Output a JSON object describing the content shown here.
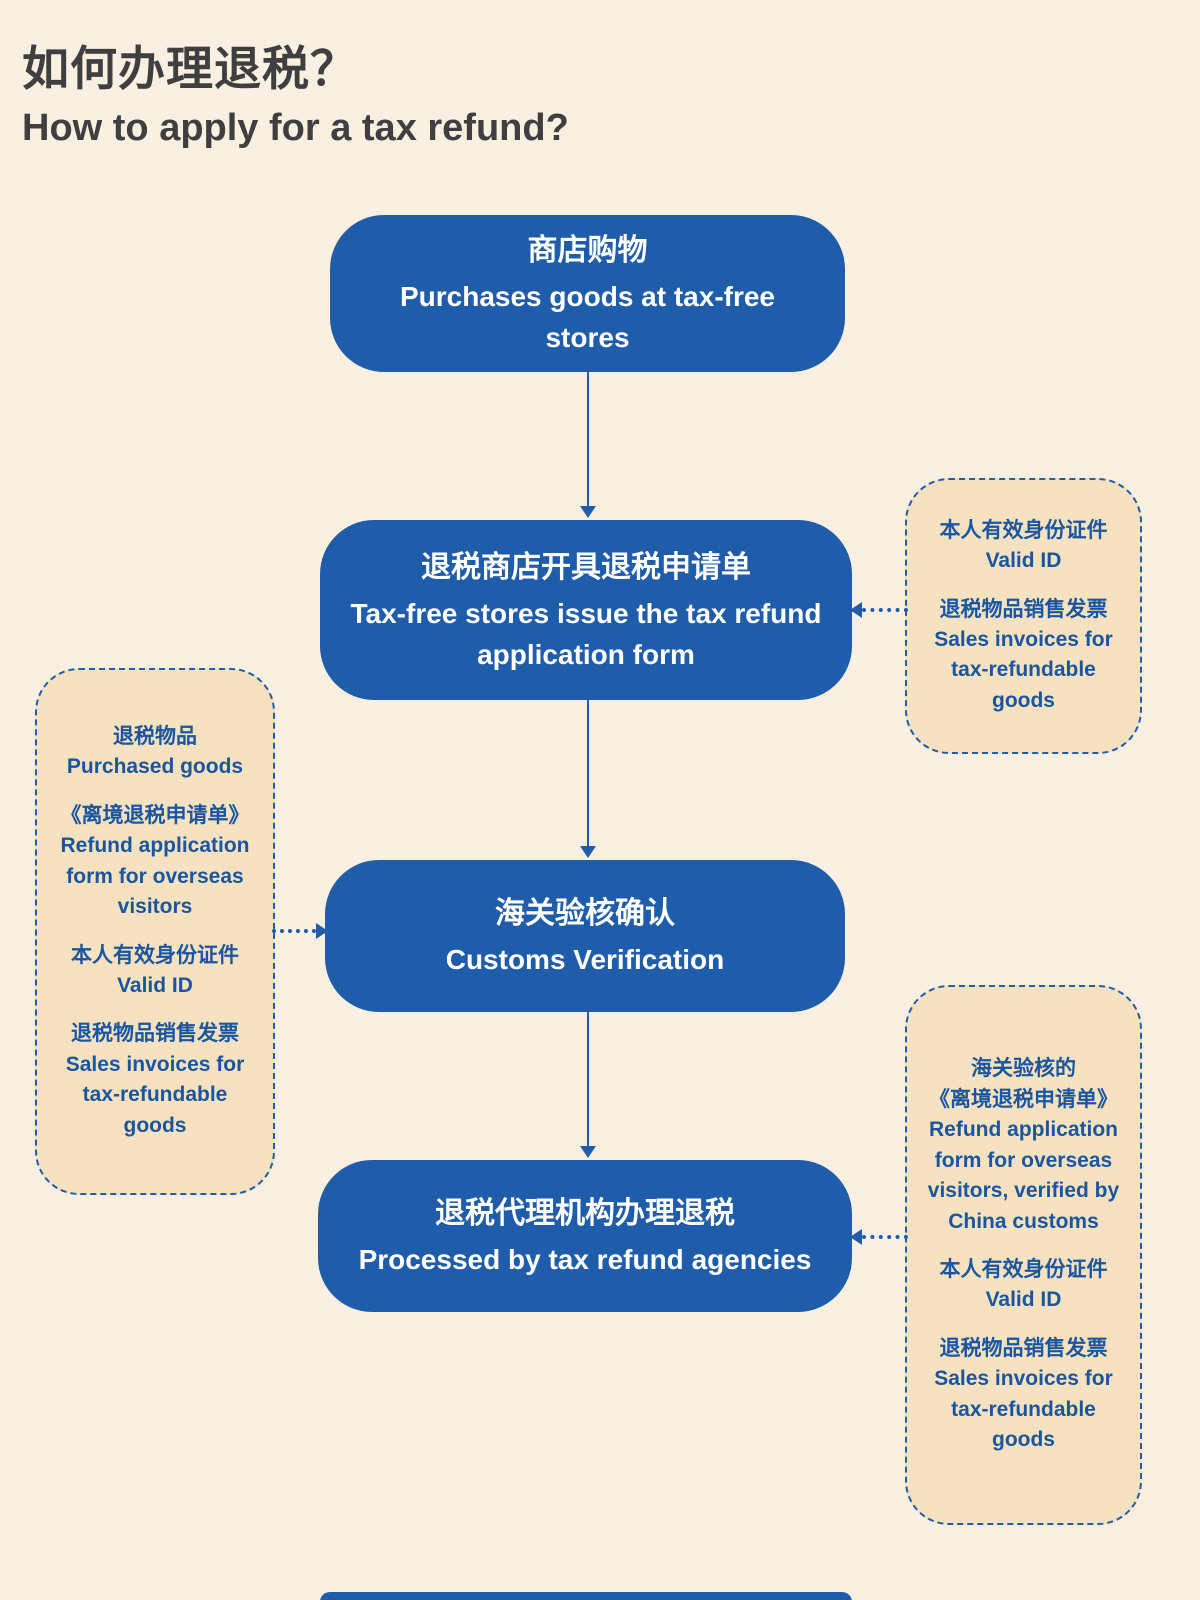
{
  "header": {
    "title_zh": "如何办理退税？",
    "title_en": "How to apply for a tax refund?"
  },
  "flow": {
    "nodes": [
      {
        "zh": "商店购物",
        "en": "Purchases goods at tax-free stores"
      },
      {
        "zh": "退税商店开具退税申请单",
        "en": "Tax-free stores issue the tax refund application form"
      },
      {
        "zh": "海关验核确认",
        "en": "Customs Verification"
      },
      {
        "zh": "退税代理机构办理退税",
        "en": "Processed by tax refund agencies"
      }
    ]
  },
  "callouts": {
    "right_top": {
      "items": [
        {
          "zh": "本人有效身份证件",
          "en": "Valid ID"
        },
        {
          "zh": "退税物品销售发票",
          "en": "Sales invoices for tax-refundable goods"
        }
      ]
    },
    "left": {
      "items": [
        {
          "zh": "退税物品",
          "en": "Purchased goods"
        },
        {
          "zh": "《离境退税申请单》",
          "en": "Refund application form for overseas visitors"
        },
        {
          "zh": "本人有效身份证件",
          "en": "Valid ID"
        },
        {
          "zh": "退税物品销售发票",
          "en": "Sales invoices for tax-refundable goods"
        }
      ]
    },
    "right_bottom": {
      "items": [
        {
          "zh": "海关验核的\n《离境退税申请单》",
          "en": "Refund application form for overseas visitors, verified by China customs"
        },
        {
          "zh": "本人有效身份证件",
          "en": "Valid ID"
        },
        {
          "zh": "退税物品销售发票",
          "en": "Sales invoices for tax-refundable goods"
        }
      ]
    }
  },
  "colors": {
    "background": "#faf0e2",
    "node_fill": "#1f5caa",
    "node_text": "#ffffff",
    "callout_fill": "#f6e2c0",
    "callout_border": "#1f5caa",
    "callout_text": "#1a56a0",
    "title_text": "#3f3f3f",
    "arrow": "#1f5caa"
  }
}
